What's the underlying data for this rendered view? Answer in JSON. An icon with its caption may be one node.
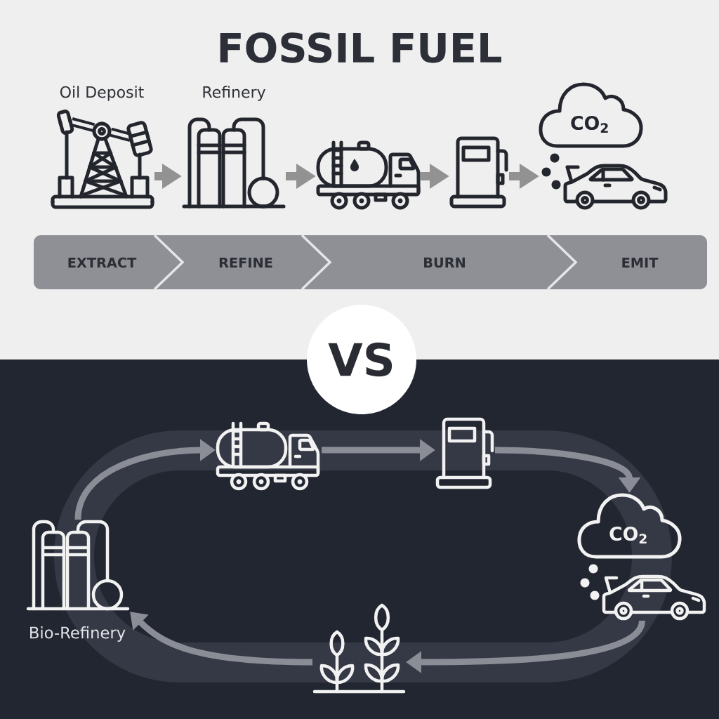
{
  "diagram": {
    "title": "FOSSIL FUEL",
    "nodes": [
      {
        "text": [
          "Oil Deposit"
        ]
      },
      {
        "text": [
          "Refinery"
        ]
      },
      {
        "text": [],
        "shape": "picture"
      },
      {
        "text": [],
        "shape": "picture"
      },
      {
        "text": [
          "CO$_{2}$"
        ]
      },
      {
        "text": [],
        "shape": "picture"
      },
      {
        "text": [
          "EXTRACT"
        ]
      },
      {
        "text": [
          "REFINE"
        ]
      },
      {
        "text": [
          "BURN"
        ]
      },
      {
        "text": [
          "EMIT"
        ]
      },
      {
        "text": [
          "VS"
        ]
      },
      {
        "text": [],
        "shape": "picture"
      },
      {
        "text": [],
        "shape": "picture"
      },
      {
        "text": [
          "CO$_{2}$"
        ]
      },
      {
        "text": [],
        "shape": "picture"
      },
      {
        "text": [],
        "shape": "picture"
      },
      {
        "text": [
          "Bio-Refinery"
        ]
      }
    ],
    "edges": [
      {
        "from": 0,
        "to": 1,
        "arrow": "to"
      },
      {
        "from": 1,
        "to": 2,
        "arrow": "to"
      },
      {
        "from": 2,
        "to": 3,
        "arrow": "to"
      },
      {
        "from": 3,
        "to": 5,
        "arrow": "to"
      },
      {
        "from": 16,
        "to": 11,
        "arrow": "to"
      },
      {
        "from": 11,
        "to": 12,
        "arrow": "to"
      },
      {
        "from": 12,
        "to": 13,
        "arrow": "to"
      },
      {
        "from": 14,
        "to": 15,
        "arrow": "to"
      },
      {
        "from": 15,
        "to": 16,
        "arrow": "to"
      }
    ]
  }
}
